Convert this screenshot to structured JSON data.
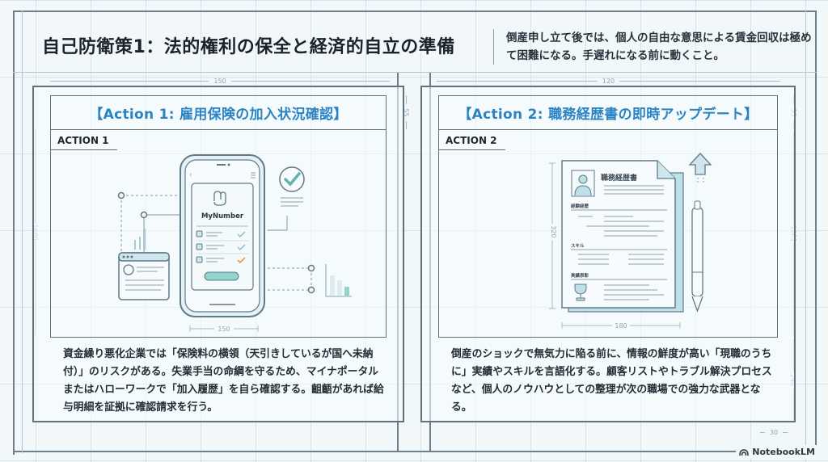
{
  "header": {
    "title": "自己防衛策1：法的権利の保全と経済的自立の準備",
    "note": "倒産申し立て後では、個人の自由な意思による賃金回収は極めて困難になる。手遅れになる前に動くこと。"
  },
  "dimensions": {
    "panel1_width": "150",
    "panel2_width": "120",
    "title_height_left": "55",
    "title_height_right": "55",
    "left_height": "1600",
    "right_height": "1001",
    "right_bottom_height": "240",
    "phone_width": "150",
    "resume_width": "180",
    "resume_height": "320",
    "margin": "30"
  },
  "panels": [
    {
      "title": "【Action 1: 雇用保険の加入状況確認】",
      "tag": "ACTION 1",
      "illustration": {
        "app_name": "MyNumber",
        "icons": [
          "smartphone-icon",
          "check-circle-icon",
          "profile-window-icon",
          "bar-chart-icon"
        ],
        "checklist_states": [
          "checked",
          "checked",
          "warning"
        ]
      },
      "description": "資金繰り悪化企業では「保険料の横領（天引きしているが国へ未納付）」のリスクがある。失業手当の命綱を守るため、マイナポータルまたはハローワークで「加入履歴」を自ら確認する。齟齬があれば給与明細を証拠に確認請求を行う。"
    },
    {
      "title": "【Action 2: 職務経歴書の即時アップデート】",
      "tag": "ACTION 2",
      "illustration": {
        "doc_title": "職務経歴書",
        "section_career": "経験経歴",
        "section_skills": "スキル",
        "section_achievements": "実績表彰",
        "icons": [
          "resume-document-icon",
          "pen-icon",
          "upload-arrow-icon",
          "trophy-icon"
        ]
      },
      "description": "倒産のショックで無気力に陥る前に、情報の鮮度が高い「現職のうちに」実績やスキルを言語化する。顧客リストやトラブル解決プロセスなど、個人のノウハウとしての整理が次の職場での強力な武器となる。"
    }
  ],
  "colors": {
    "background": "#f2f7fa",
    "accent_blue": "#2a84c4",
    "line": "#5f717c",
    "teal": "#6cc4bd",
    "warn_orange": "#e8873a"
  },
  "brand": {
    "label": "NotebookLM"
  }
}
